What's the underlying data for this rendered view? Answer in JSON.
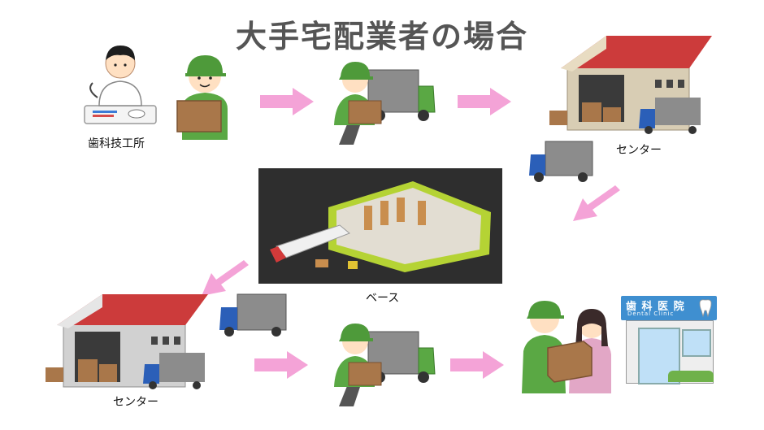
{
  "title": "大手宅配業者の場合",
  "labels": {
    "lab": "歯科技工所",
    "center_top": "センター",
    "base": "ベース",
    "center_bottom": "センター"
  },
  "clinic_sign": {
    "name": "歯 科 医 院",
    "sub": "Dental Clinic"
  },
  "colors": {
    "arrow": "#f4a3d7",
    "courier_green": "#5aa844",
    "roof_red": "#cc3b3b",
    "truck_blue": "#2b5fb8",
    "box_brown": "#a9774a",
    "warehouse_dark": "#2e2e2e",
    "warehouse_green": "#b5d334",
    "clinic_blue": "#3f8fd0"
  }
}
